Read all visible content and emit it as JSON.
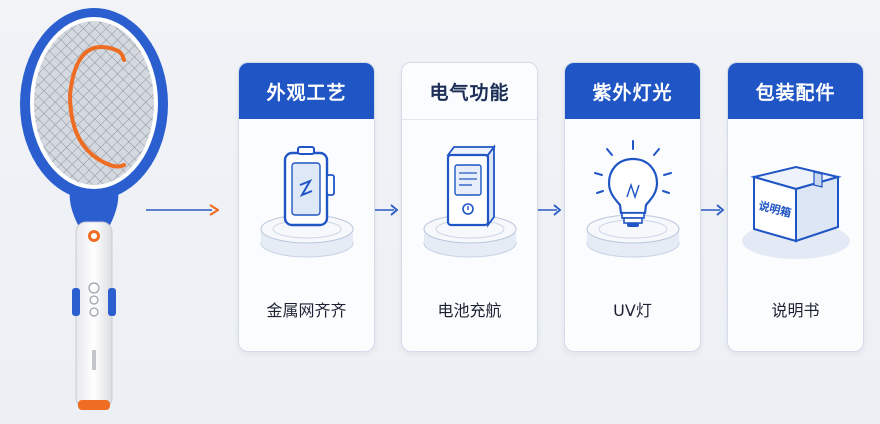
{
  "cards": [
    {
      "title": "外观工艺",
      "label": "金属网齐齐",
      "icon": "phone-battery-icon"
    },
    {
      "title": "电气功能",
      "label": "电池充航",
      "icon": "power-bank-icon"
    },
    {
      "title": "紫外灯光",
      "label": "UV灯",
      "icon": "light-bulb-icon"
    },
    {
      "title": "包装配件",
      "label": "说明书",
      "icon": "manual-box-icon"
    }
  ],
  "box_text": "说明箱",
  "colors": {
    "brand_blue": "#1f55c4",
    "orange": "#ee6d22",
    "arrow_blue": "#2a5bc4"
  }
}
